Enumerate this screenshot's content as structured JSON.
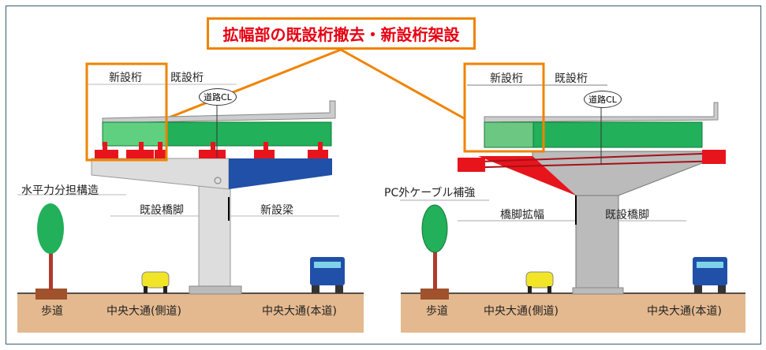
{
  "title": "拡幅部の既設桁撤去・新設桁架設",
  "colors": {
    "accent": "#f08300",
    "title_text": "#e60012",
    "girder": "#22b05a",
    "new_beam": "#2050a8",
    "reinforce": "#e8141c",
    "ground": "#e4b98f",
    "frame": "#3d5b70"
  },
  "left": {
    "new_girder": "新設桁",
    "existing_girder": "既設桁",
    "road_cl": "道路CL",
    "horizontal_structure": "水平力分担構造",
    "existing_pier": "既設橋脚",
    "new_beam": "新設梁",
    "sidewalk": "歩道",
    "side_road": "中央大通(側道)",
    "main_road": "中央大通(本道)"
  },
  "right": {
    "new_girder": "新設桁",
    "existing_girder": "既設桁",
    "road_cl": "道路CL",
    "pc_cable": "PC外ケーブル補強",
    "pier_widening": "橋脚拡幅",
    "existing_pier": "既設橋脚",
    "sidewalk": "歩道",
    "side_road": "中央大通(側道)",
    "main_road": "中央大通(本道)"
  }
}
